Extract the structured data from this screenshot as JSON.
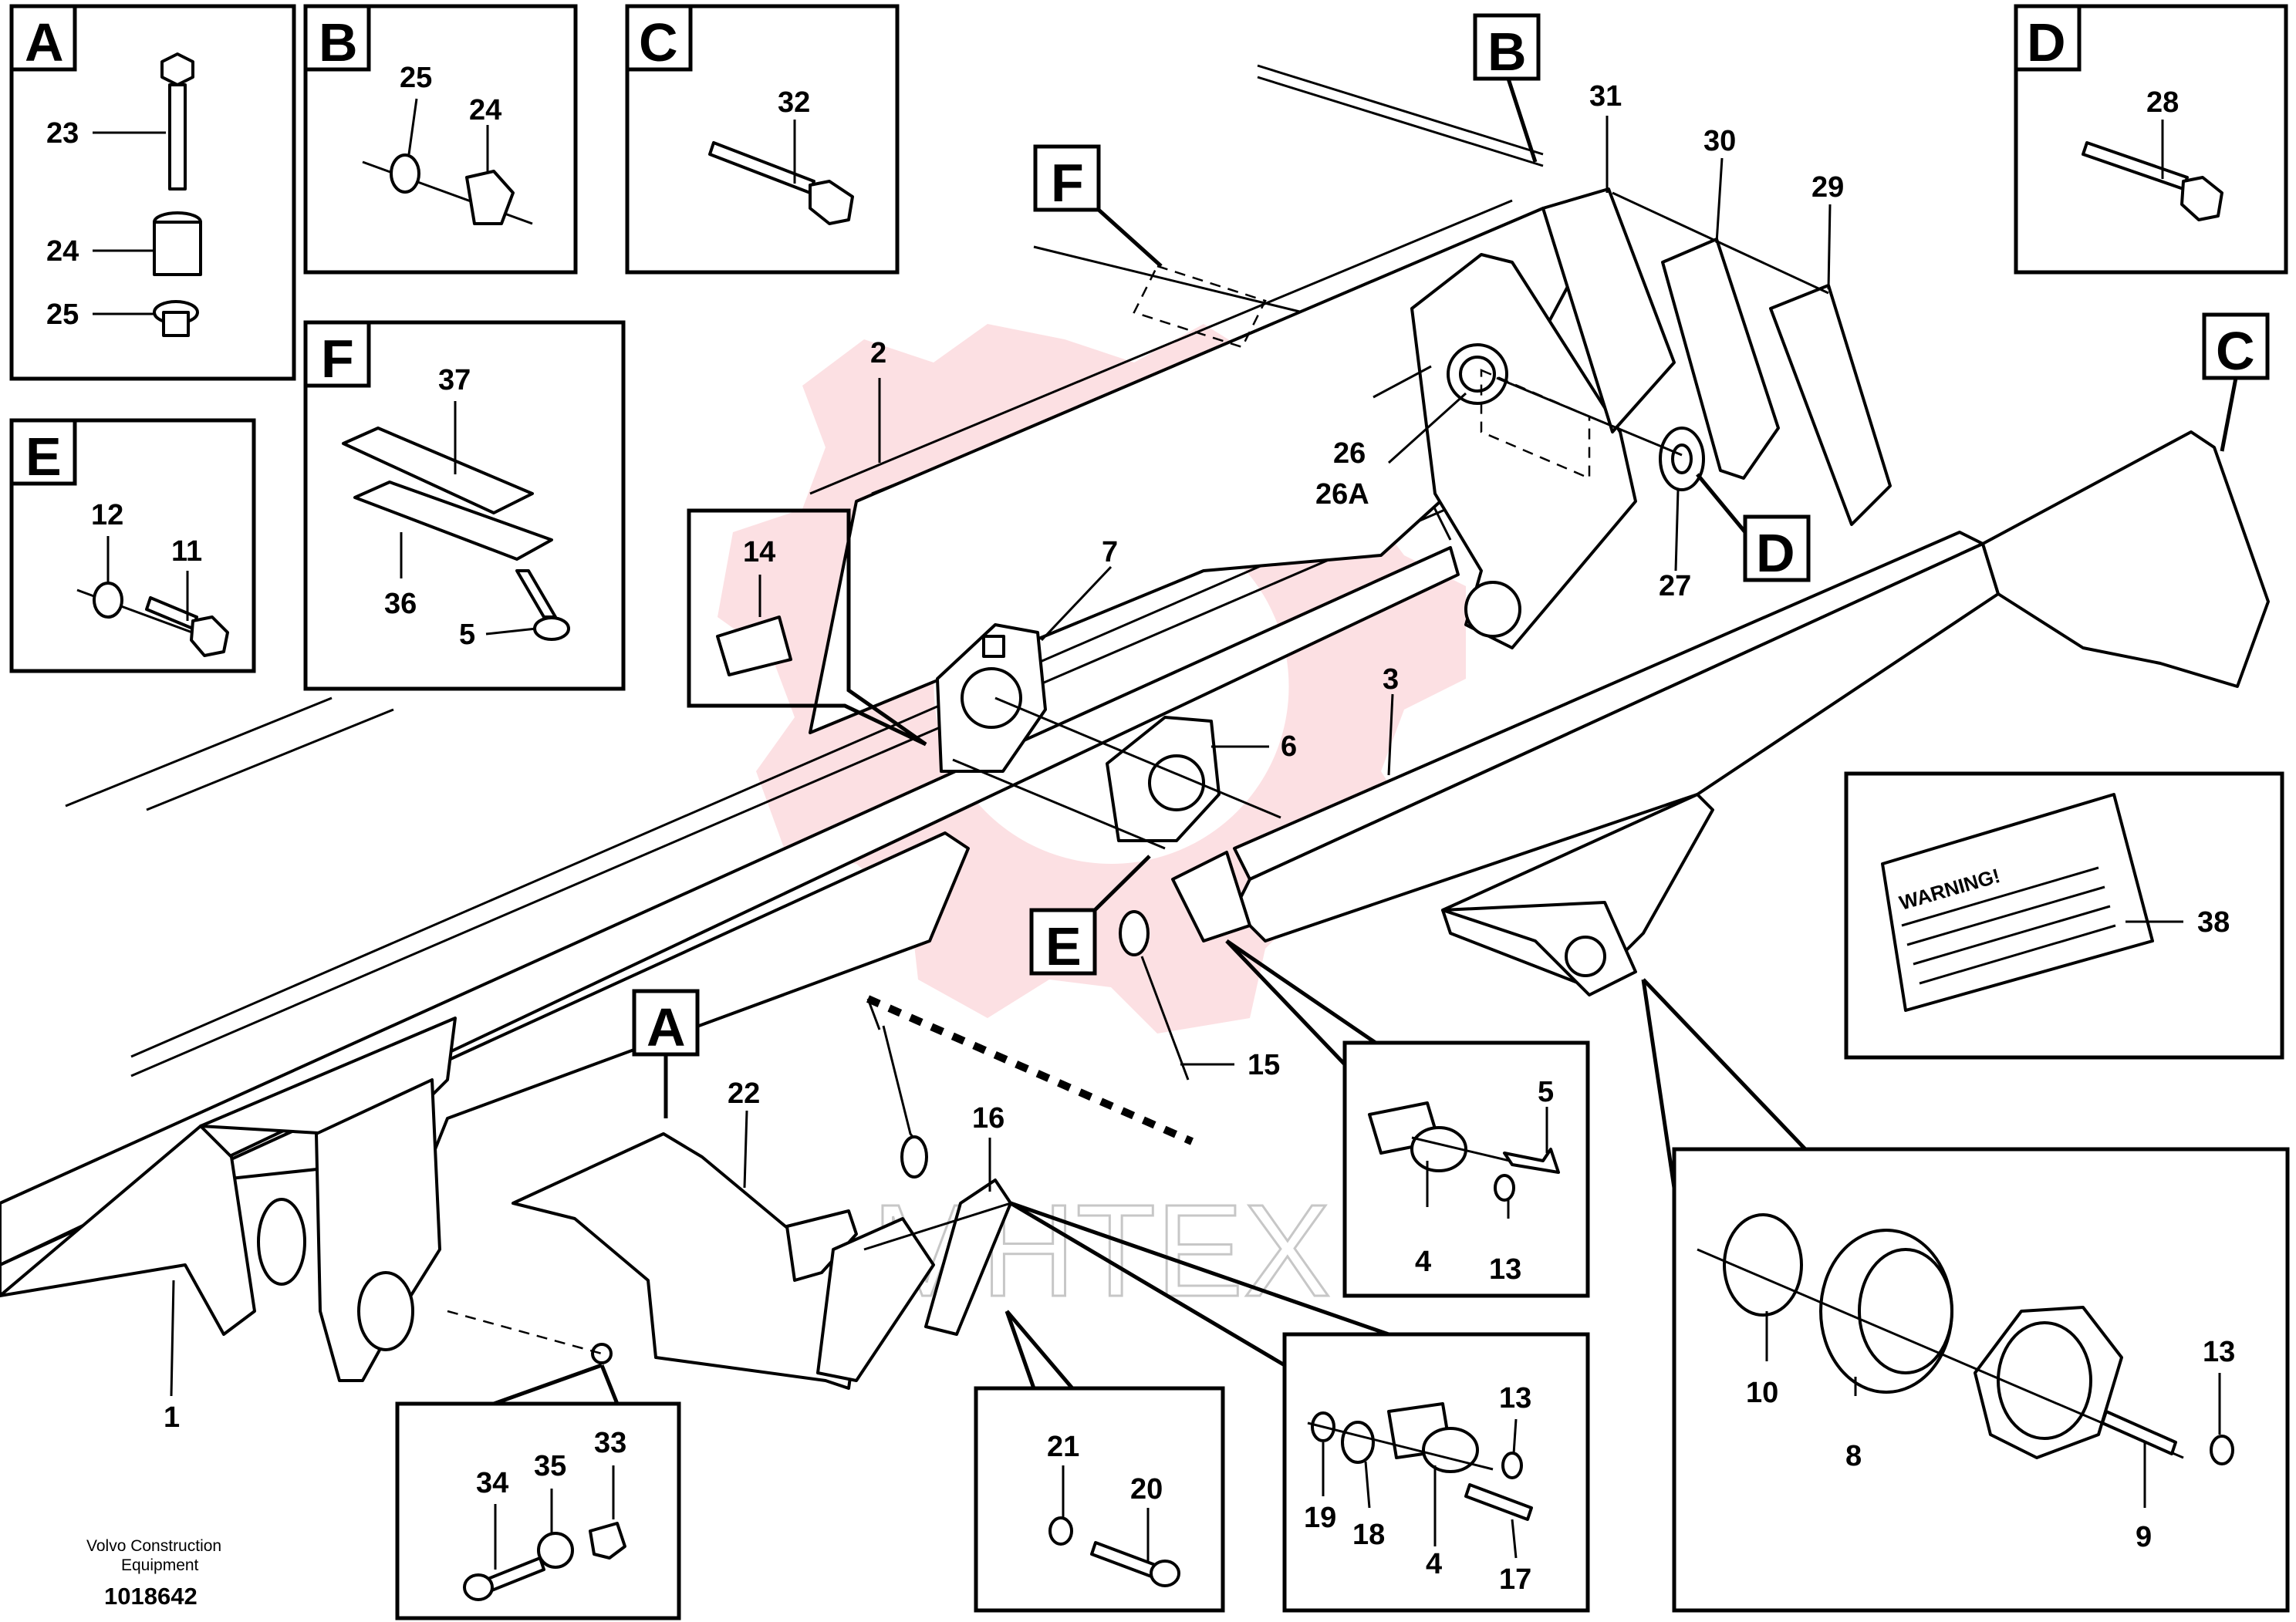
{
  "watermark": {
    "text": "MHTEX",
    "color": "#e8102a"
  },
  "footer": {
    "company_line1": "Volvo Construction",
    "company_line2": "Equipment",
    "document_number": "1018642"
  },
  "warning_label": {
    "text": "WARNING!"
  },
  "inset_letters": {
    "A": "A",
    "B": "B",
    "C": "C",
    "D": "D",
    "E": "E",
    "F": "F"
  },
  "part_numbers": {
    "p1": "1",
    "p2": "2",
    "p3": "3",
    "p4": "4",
    "p5": "5",
    "p6": "6",
    "p7": "7",
    "p8": "8",
    "p9": "9",
    "p10": "10",
    "p11": "11",
    "p12": "12",
    "p13": "13",
    "p14": "14",
    "p15": "15",
    "p16": "16",
    "p17": "17",
    "p18": "18",
    "p19": "19",
    "p20": "20",
    "p21": "21",
    "p22": "22",
    "p23": "23",
    "p24": "24",
    "p25": "25",
    "p26": "26",
    "p26a": "26A",
    "p27": "27",
    "p28": "28",
    "p29": "29",
    "p30": "30",
    "p31": "31",
    "p32": "32",
    "p33": "33",
    "p34": "34",
    "p35": "35",
    "p36": "36",
    "p37": "37",
    "p38": "38"
  }
}
